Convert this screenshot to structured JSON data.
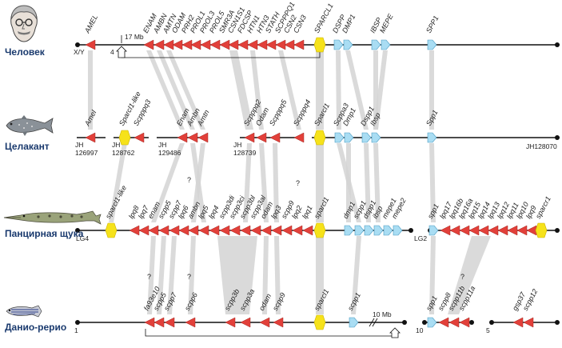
{
  "species": {
    "human": "Человек",
    "coelacanth": "Целакант",
    "gar": "Панцирная щука",
    "zebrafish": "Данио-рерио"
  },
  "colors": {
    "red": "#e2403a",
    "yellow": "#f6e21a",
    "blue": "#a9ddf3",
    "line": "#111111",
    "link": "#d3d3d3"
  },
  "human": {
    "chromosome_labels": [
      "X/Y",
      "4"
    ],
    "distance_label": "17 Mb",
    "genes": [
      "AMEL",
      "ENAM",
      "AMBN",
      "AMTN",
      "ODAM",
      "PRH2",
      "PROL1",
      "PROL3",
      "PROL5",
      "SMR3A",
      "CSN1S1",
      "FDCSP",
      "HTN1",
      "HTN3",
      "STATH",
      "SCPPPQ1",
      "CSN2",
      "CSN3",
      "SPARCL1",
      "DSPP",
      "DMP1",
      "IBSP",
      "MEPE",
      "SPP1"
    ]
  },
  "coelacanth": {
    "scaffolds": [
      "JH 126997",
      "JH 128762",
      "JH 129486",
      "JH 128739",
      "JH128070"
    ],
    "genes": [
      "Amel",
      "Sparcl1-like",
      "Scpppq3",
      "Enam",
      "Ambn",
      "Amtn",
      "Scpppq2",
      "Odam",
      "Scpppq5",
      "Scpppq4",
      "Sparcl1",
      "Scppa3",
      "Dmp1",
      "Dspp1",
      "Ibsp",
      "Spp1"
    ]
  },
  "gar": {
    "chromosome_labels": [
      "LG4",
      "LG2"
    ],
    "question_marks": [
      "?",
      "?"
    ],
    "genes_lg4": [
      "sparcl1-like",
      "lpq8",
      "lpq7",
      "enam",
      "scpp5",
      "scpp7",
      "lpq6",
      "ambn",
      "lpq5",
      "lpq4",
      "scpp3di",
      "scpp3ci",
      "scpp3bl",
      "scpp3al",
      "odam",
      "lpq3",
      "scpp9",
      "lpq2",
      "lpq1",
      "sparcl1",
      "dmp1",
      "scpp1",
      "dspp1",
      "ibsp",
      "mepe1",
      "mepe2"
    ],
    "genes_lg2": [
      "spp1",
      "lpq17",
      "lpq16b",
      "lpq16a",
      "lpq15",
      "lpq14",
      "lpq13",
      "lpq12",
      "lpq11",
      "lpq10",
      "lpq9",
      "sparcr1"
    ]
  },
  "zebrafish": {
    "chromosome_labels": [
      "1",
      "10",
      "5"
    ],
    "distance_label": "10 Mb",
    "question_marks": [
      "?",
      "?",
      "?"
    ],
    "genes": [
      "fa93e10",
      "scpp5",
      "scpp7",
      "scpp6",
      "scpp3b",
      "scpp3a",
      "odam",
      "scpp9",
      "sparcl1",
      "scpp1",
      "spp1",
      "scpp8",
      "scpp11b",
      "scpp11a",
      "gsp37",
      "scpp12"
    ]
  }
}
